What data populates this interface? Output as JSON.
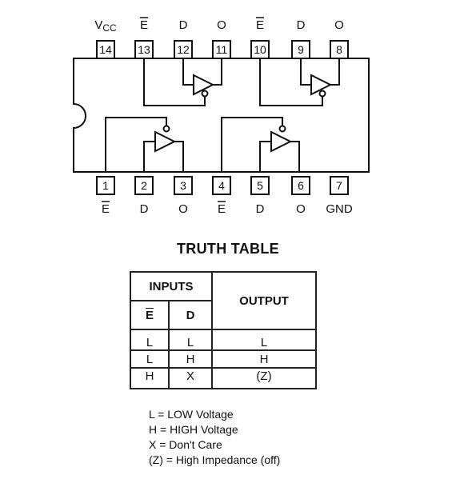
{
  "pins_top": [
    {
      "num": "14",
      "label": "VCC"
    },
    {
      "num": "13",
      "label": "E",
      "overbar": true
    },
    {
      "num": "12",
      "label": "D"
    },
    {
      "num": "11",
      "label": "O"
    },
    {
      "num": "10",
      "label": "E",
      "overbar": true
    },
    {
      "num": "9",
      "label": "D"
    },
    {
      "num": "8",
      "label": "O"
    }
  ],
  "pins_bottom": [
    {
      "num": "1",
      "label": "E",
      "overbar": true
    },
    {
      "num": "2",
      "label": "D"
    },
    {
      "num": "3",
      "label": "O"
    },
    {
      "num": "4",
      "label": "E",
      "overbar": true
    },
    {
      "num": "5",
      "label": "D"
    },
    {
      "num": "6",
      "label": "O"
    },
    {
      "num": "7",
      "label": "GND"
    }
  ],
  "truth_table": {
    "title": "TRUTH TABLE",
    "inputs_header": "INPUTS",
    "e_header": "E",
    "d_header": "D",
    "output_header": "OUTPUT",
    "rows": [
      {
        "e": "L",
        "d": "L",
        "out": "L"
      },
      {
        "e": "L",
        "d": "H",
        "out": "H"
      },
      {
        "e": "H",
        "d": "X",
        "out": "(Z)"
      }
    ]
  },
  "legend": [
    "L = LOW Voltage",
    "H = HIGH Voltage",
    "X = Don't Care",
    "(Z) = High Impedance (off)"
  ]
}
